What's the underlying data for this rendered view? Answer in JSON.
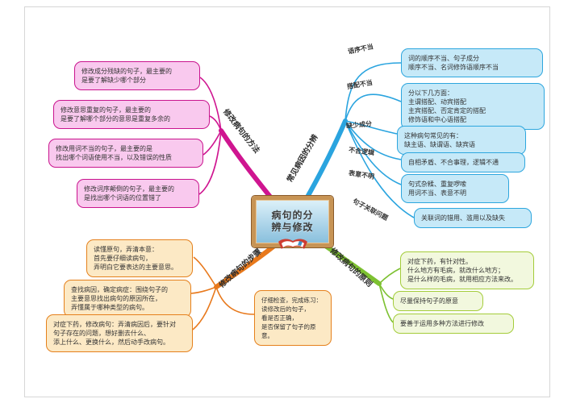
{
  "page": {
    "background": "#ffffff",
    "frame_color": "#d6d6d6"
  },
  "central": {
    "title": "病句的分\n辨与修改",
    "board_color": "#a9d2e8",
    "frame_color": "#c79455",
    "icon": "open-book-icon"
  },
  "branches": [
    {
      "label": "修改病句的方法",
      "color": "#cf1590",
      "node_fill": "#f9c9ee",
      "nodes": [
        {
          "text": "修改成分残缺的句子，最主要的\n是要了解缺少哪个部分"
        },
        {
          "text": "修改意思重复的句子，最主要的\n是要了解哪个部分的意思是重复多余的"
        },
        {
          "text": "修改用词不当的句子，最主要的是\n找出哪个词语使用不当，以及错误的性质"
        },
        {
          "text": "修改词序颠倒的句子，最主要的\n是找出哪个词语的位置错了"
        }
      ]
    },
    {
      "label": "常见病因的分辨",
      "color": "#2aa4df",
      "node_fill": "#c6e9f8",
      "subs": [
        {
          "label": "语序不当",
          "text": "词的顺序不当、句子成分\n顺序不当、名词修饰语顺序不当"
        },
        {
          "label": "搭配不当",
          "text": "分以下几方面：\n主谓搭配、动宾搭配\n主宾搭配、否定肯定的搭配\n修饰语和中心语搭配"
        },
        {
          "label": "缺少成分",
          "text": "这种病句常见的有：\n缺主语、缺谓语、缺宾语"
        },
        {
          "label": "不合逻辑",
          "text": "自相矛盾、不合事理，逻辑不通"
        },
        {
          "label": "表意不明",
          "text": "句式杂糅、重复啰嗦\n用词不当、表意不明"
        },
        {
          "label": "句子关联问题",
          "text": "关联词的错用、滥用以及缺失"
        }
      ]
    },
    {
      "label": "修改病句的步骤",
      "color": "#e8791c",
      "node_fill": "#fce9c5",
      "nodes": [
        {
          "text": "读懂原句，弄清本意：\n首先要仔细读病句，\n弄明白它要表达的主要意思。"
        },
        {
          "text": "查找病因，确定病症：围绕句子的\n主要意思找出病句的原因所在，\n弄懂属于哪种类型的病句。"
        },
        {
          "text": "对症下药，修改病句：弄清病因后，要针对\n句子存在的问题，想好删去什么、\n添上什么、更换什么，然后动手改病句。"
        },
        {
          "text": "仔细检查，完成练习：\n读修改后的句子，\n看是否正确，\n是否保留了句子的原意。"
        }
      ]
    },
    {
      "label": "修改病句的原则",
      "color": "#7dc131",
      "node_fill": "#f2f8de",
      "nodes": [
        {
          "text": "对症下药，有针对性。\n什么地方有毛病，就改什么地方；\n是什么样的毛病，就用相应方法来改。"
        },
        {
          "text": "尽量保持句子的原意"
        },
        {
          "text": "要善于运用多种方法进行修改"
        }
      ]
    }
  ]
}
